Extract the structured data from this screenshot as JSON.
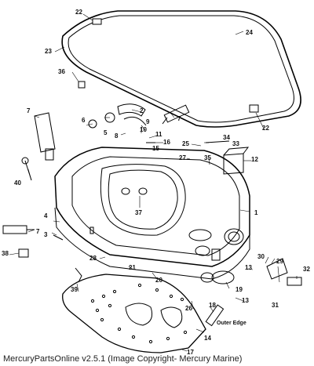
{
  "callouts": {
    "p1": "1",
    "p2": "2",
    "p3": "3",
    "p4": "4",
    "p5": "5",
    "p6": "6",
    "p7a": "7",
    "p7b": "7",
    "p7c": "7",
    "p8": "8",
    "p9": "9",
    "p10": "10",
    "p11": "11",
    "p12": "12",
    "p13a": "13",
    "p13b": "13",
    "p14": "14",
    "p15": "15",
    "p16": "16",
    "p17": "17",
    "p18": "18",
    "p19": "19",
    "p20": "20",
    "p21": "21",
    "p22a": "22",
    "p22b": "22",
    "p23": "23",
    "p24": "24",
    "p25": "25",
    "p26": "26",
    "p27": "27",
    "p28": "28",
    "p29": "29",
    "p30": "30",
    "p31": "31",
    "p32": "32",
    "p33": "33",
    "p34": "34",
    "p35": "35",
    "p36": "36",
    "p37": "37",
    "p38": "38",
    "p39": "39",
    "p40": "40"
  },
  "note_outer_edge": "Outer Edge",
  "footer": "MercuryPartsOnline v2.5.1 (Image Copyright- Mercury Marine)"
}
